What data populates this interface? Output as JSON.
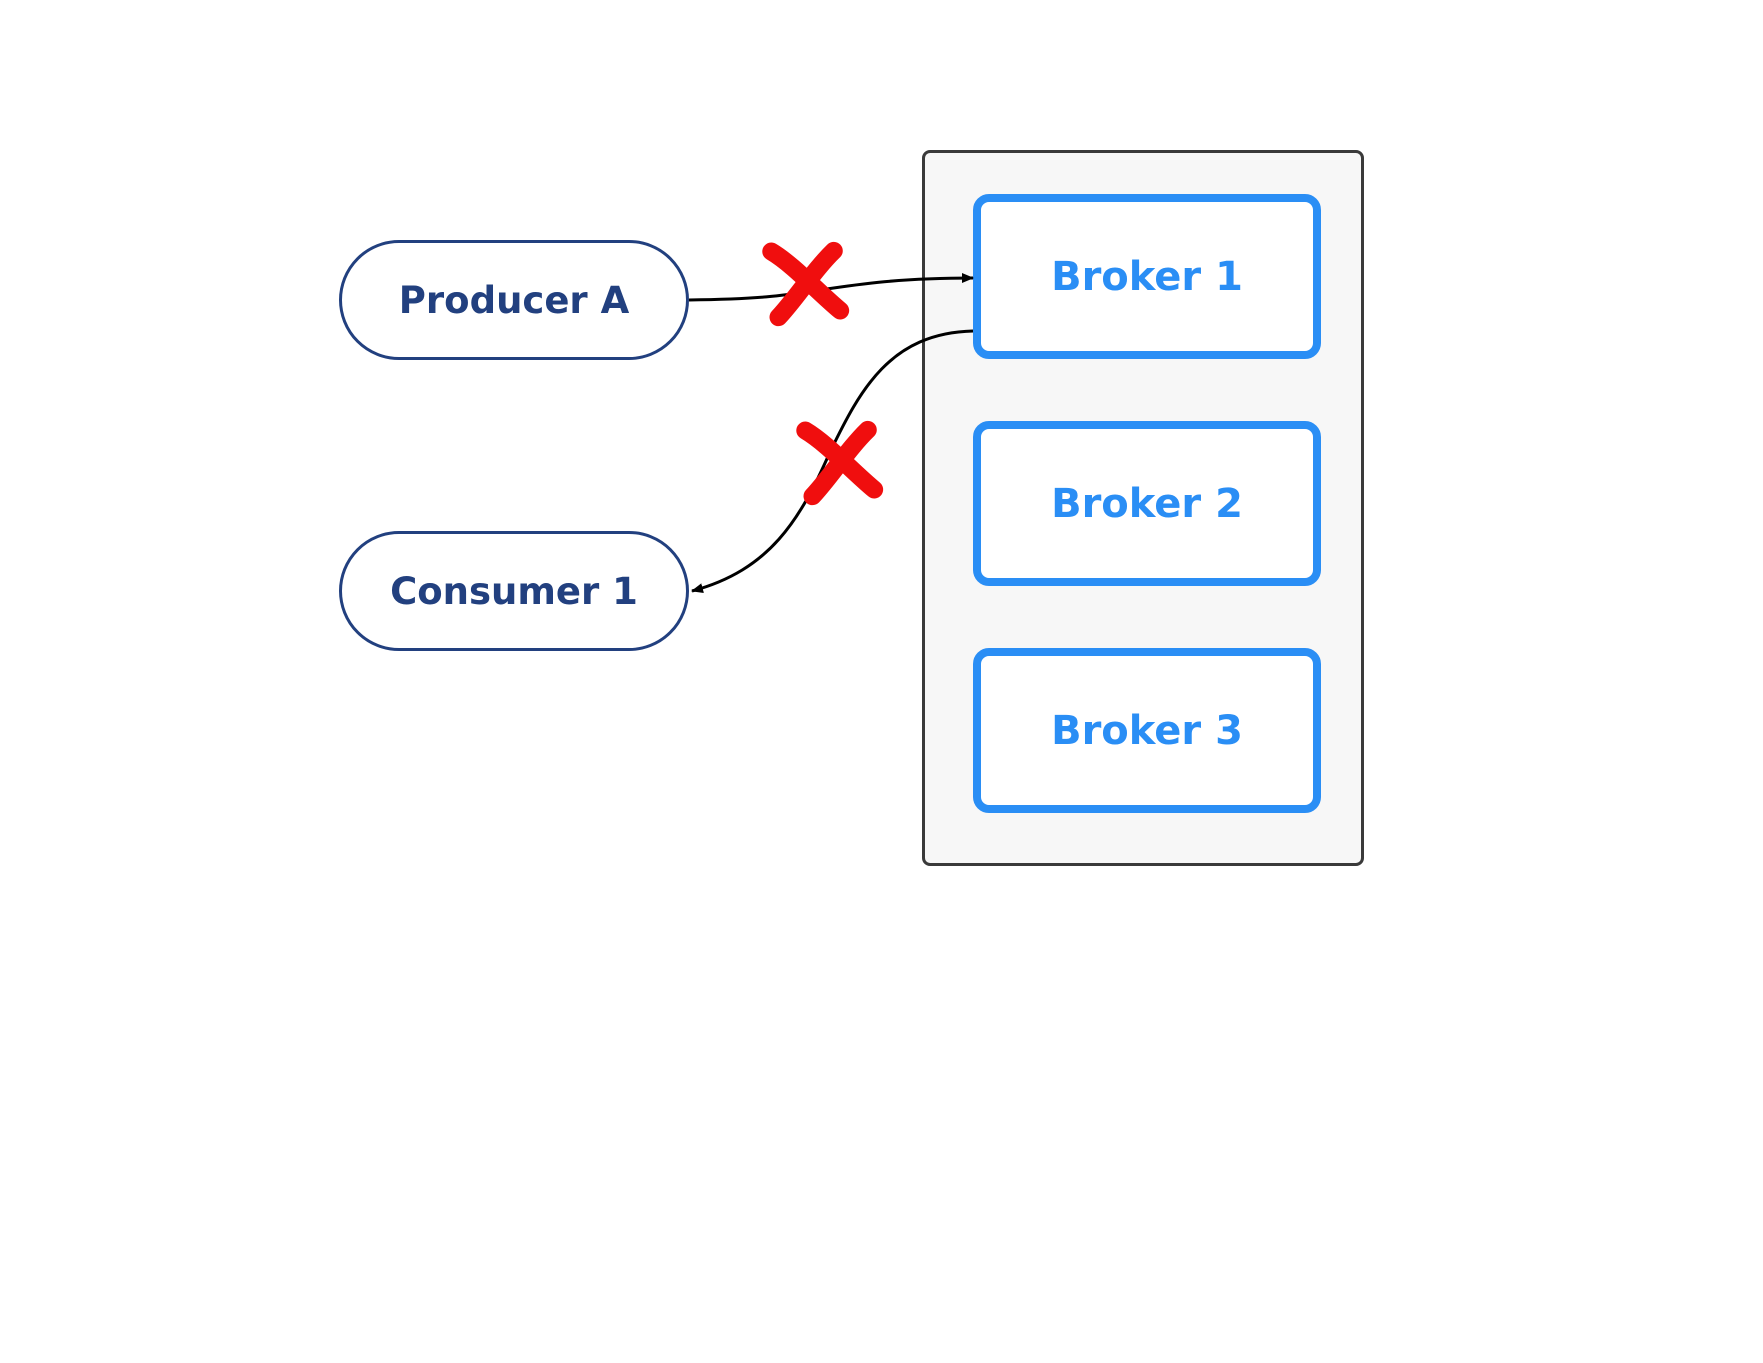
{
  "producer": {
    "label": "Producer A"
  },
  "consumer": {
    "label": "Consumer 1"
  },
  "brokers": [
    {
      "label": "Broker 1"
    },
    {
      "label": "Broker 2"
    },
    {
      "label": "Broker 3"
    }
  ],
  "edges": [
    {
      "from": "Producer A",
      "to": "Broker 1",
      "status": "blocked"
    },
    {
      "from": "Broker 1",
      "to": "Consumer 1",
      "status": "blocked"
    }
  ],
  "colors": {
    "broker": "#2a8ef5",
    "client": "#22407f",
    "cluster_border": "#3a3a3a",
    "cluster_fill": "#f7f7f7",
    "edge": "#000000",
    "blocked_mark": "#f00e0e"
  },
  "icons": {
    "blocked": "x-mark-icon"
  }
}
